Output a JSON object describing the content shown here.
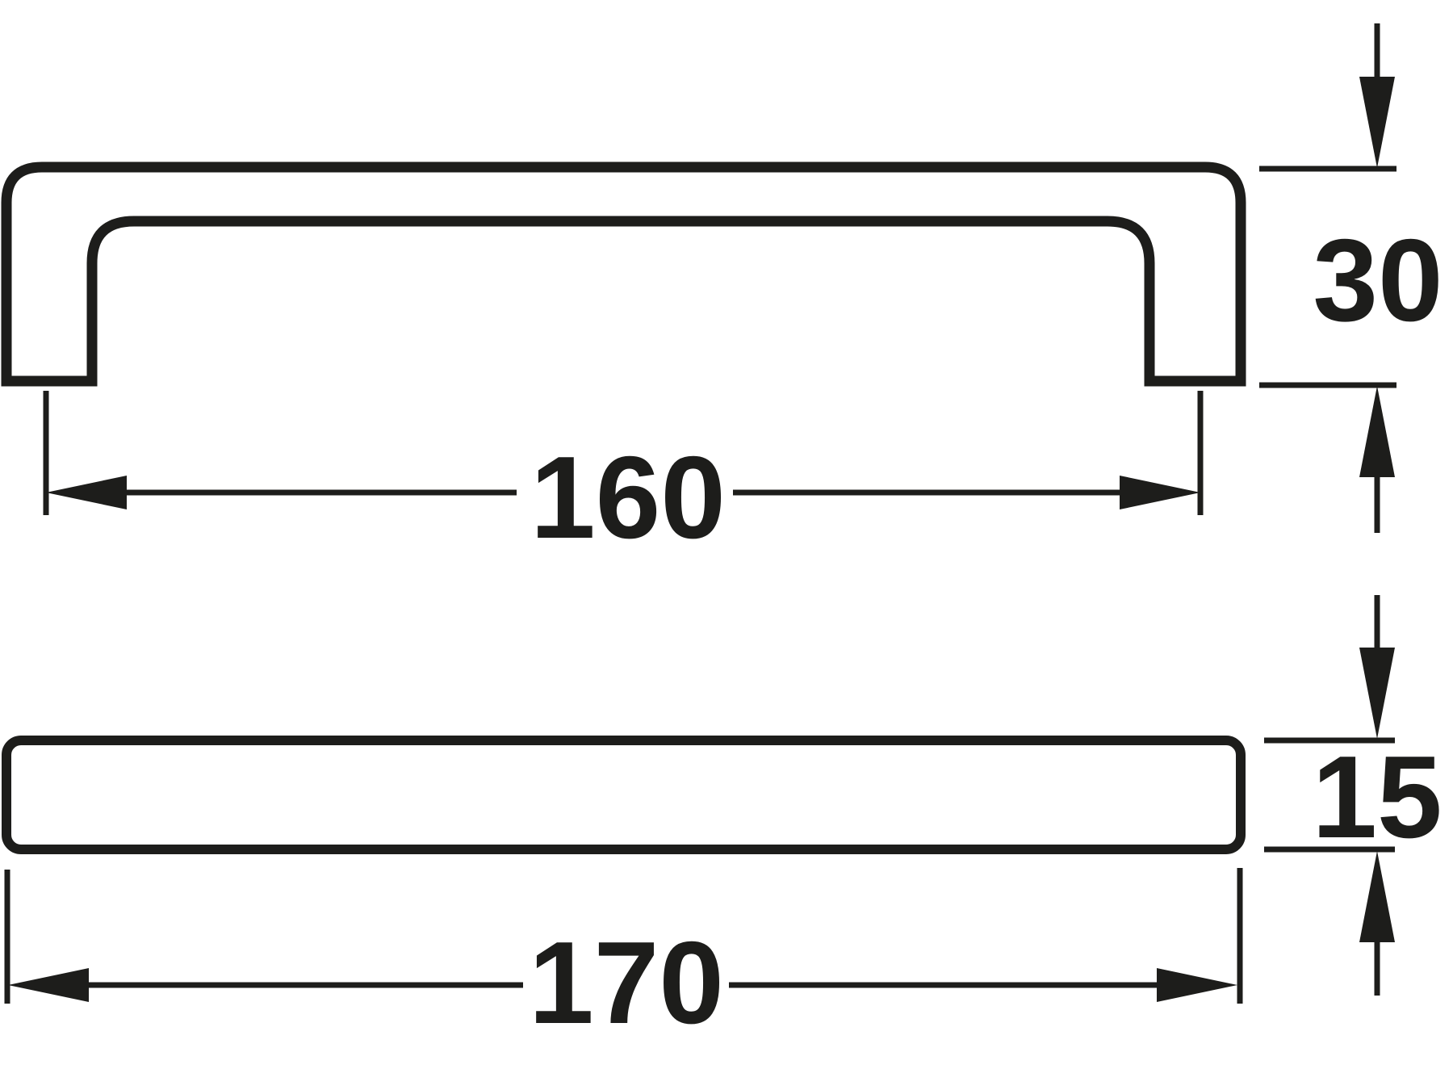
{
  "drawing": {
    "background_color": "#ffffff",
    "ink_color": "#1d1d1b",
    "views": {
      "front": {
        "width_label": "160",
        "height_label": "30"
      },
      "top": {
        "width_label": "170",
        "depth_label": "15"
      }
    }
  }
}
